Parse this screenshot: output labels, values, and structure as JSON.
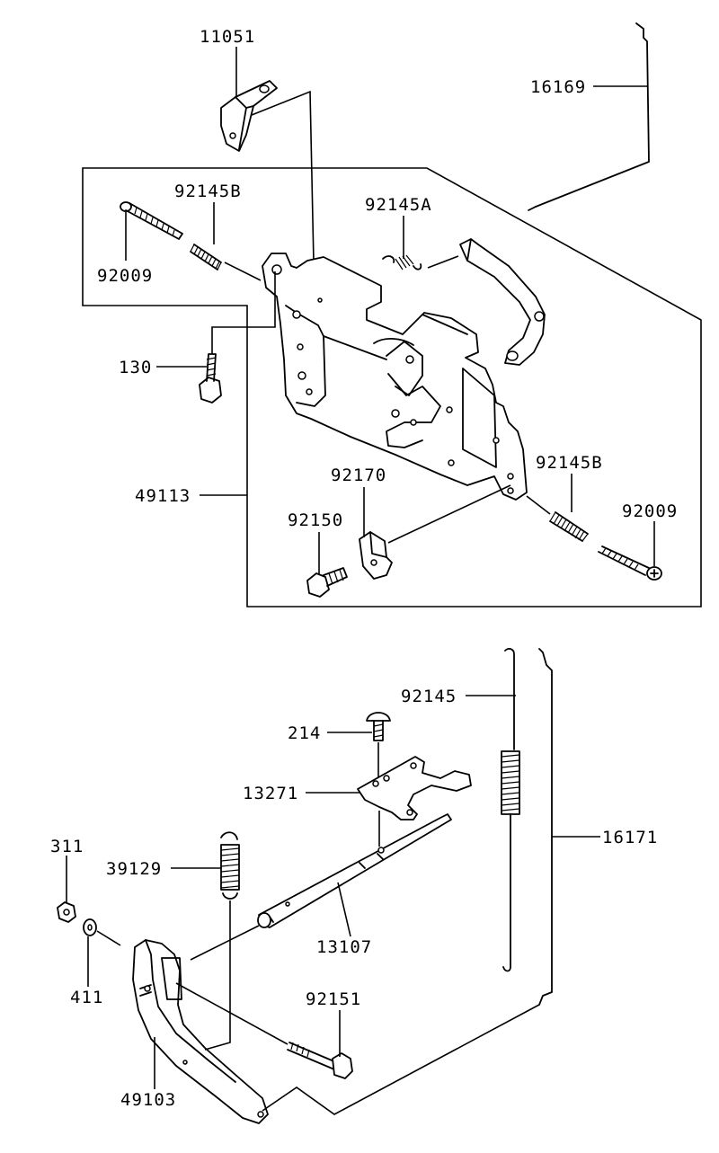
{
  "labels": {
    "p11051": "11051",
    "p16169": "16169",
    "p92145B_top": "92145B",
    "p92145A": "92145A",
    "p92009_top": "92009",
    "p130": "130",
    "p49113": "49113",
    "p92170": "92170",
    "p92145B_bottom": "92145B",
    "p92150": "92150",
    "p92009_bottom": "92009",
    "p92145": "92145",
    "p214": "214",
    "p13271": "13271",
    "p311": "311",
    "p39129": "39129",
    "p16171": "16171",
    "p13107": "13107",
    "p411": "411",
    "p92151": "92151",
    "p49103": "49103"
  },
  "colors": {
    "line": "#000000",
    "background": "#ffffff"
  }
}
